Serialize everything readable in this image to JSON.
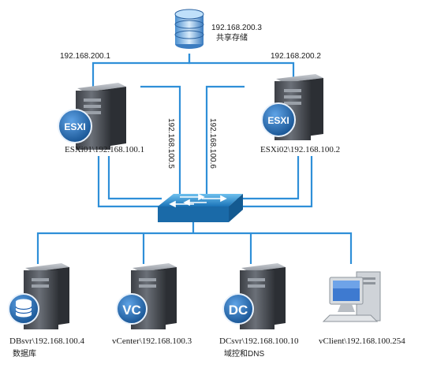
{
  "storage": {
    "ip": "192.168.200.3",
    "name": "共享存储"
  },
  "links": {
    "left_storage_ip": "192.168.200.1",
    "right_storage_ip": "192.168.200.2",
    "left_vmotion_ip": "192.168.100.5",
    "right_vmotion_ip": "192.168.100.6"
  },
  "hosts": {
    "esxi01": {
      "badge": "ESXI",
      "label": "ESXi01\\192.168.100.1"
    },
    "esxi02": {
      "badge": "ESXI",
      "label": "ESXi02\\192.168.100.2"
    }
  },
  "servers": {
    "db": {
      "label": "DBsvr\\192.168.100.4",
      "sublabel": "数据库"
    },
    "vcenter": {
      "badge": "VC",
      "label": "vCenter\\192.168.100.3"
    },
    "dc": {
      "badge": "DC",
      "label": "DCsvr\\192.168.100.10",
      "sublabel": "域控和DNS"
    },
    "client": {
      "label": "vClient\\192.168.100.254"
    }
  },
  "colors": {
    "link": "#2f8fd8",
    "server_body": "#5d6168",
    "badge": "#1f5fae",
    "switch": "#2d8fd0"
  }
}
